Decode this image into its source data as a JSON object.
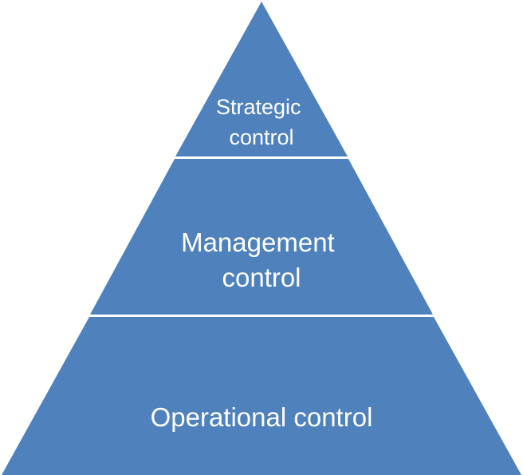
{
  "diagram": {
    "type": "pyramid",
    "fill_color": "#4f81bd",
    "separator_color": "#ffffff",
    "tiers": [
      {
        "id": "top",
        "lines": [
          "Strategic",
          "control"
        ]
      },
      {
        "id": "middle",
        "lines": [
          "Management",
          "control"
        ]
      },
      {
        "id": "bottom",
        "lines": [
          "Operational control"
        ]
      }
    ]
  }
}
